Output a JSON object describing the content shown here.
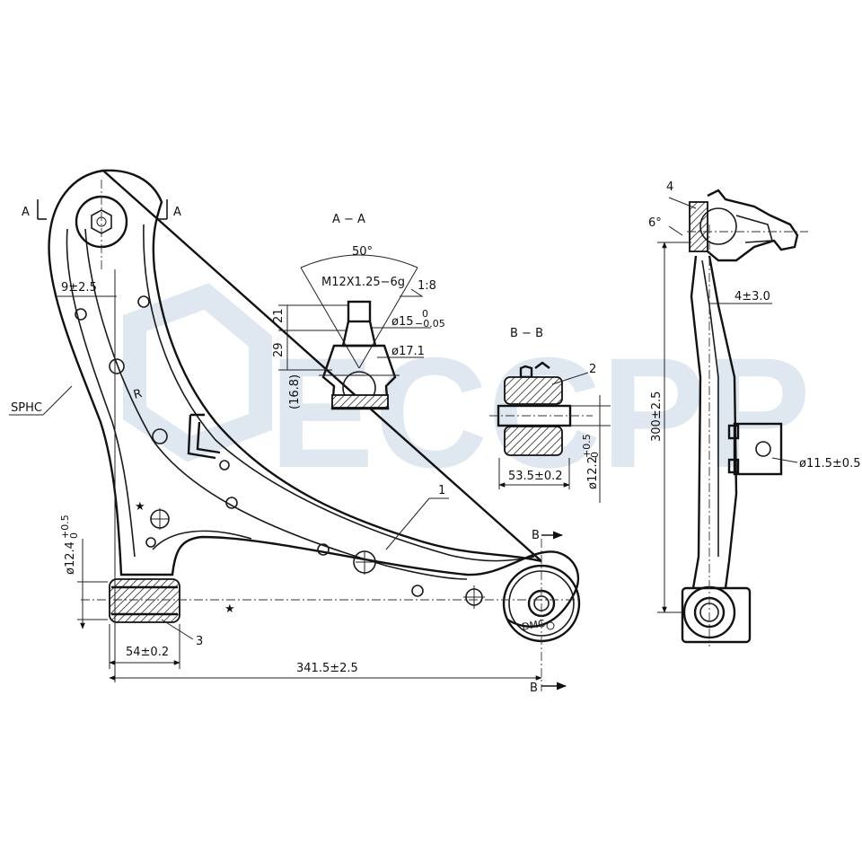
{
  "watermark": "ECCPP",
  "section_marks": {
    "aa_left": "A",
    "aa_right": "A",
    "bb_top": "B",
    "bb_bottom": "B"
  },
  "section_titles": {
    "aa": "A − A",
    "bb": "B − B"
  },
  "material": "SPHC",
  "rh_mark": "R",
  "dimensions": {
    "offset_9": "9±2.5",
    "bushing_dia": "ø12.4",
    "bushing_dia_tol_upper": "+0.5",
    "bushing_dia_tol_lower": "0",
    "bushing_width": "54±0.2",
    "overall_length": "341.5±2.5",
    "angle_50": "50°",
    "thread": "M12X1.25−6g",
    "taper": "1:8",
    "dim_21": "21",
    "dim_29": "29",
    "dim_16_8": "(16.8)",
    "stud_dia": "ø15",
    "stud_dia_tol_upper": "0",
    "stud_dia_tol_lower": "−0.05",
    "dia_17_1": "ø17.1",
    "bb_width": "53.5±0.2",
    "bb_dia": "ø12.2",
    "bb_dia_tol_upper": "+0.5",
    "bb_dia_tol_lower": "0",
    "angle_6": "6°",
    "offset_4": "4±3.0",
    "height_300": "300±2.5",
    "hole_dia": "ø11.5±0.5"
  },
  "callouts": {
    "part_1": "1",
    "part_2": "2",
    "part_3": "3",
    "part_4": "4"
  },
  "stamp_small": "DMC"
}
